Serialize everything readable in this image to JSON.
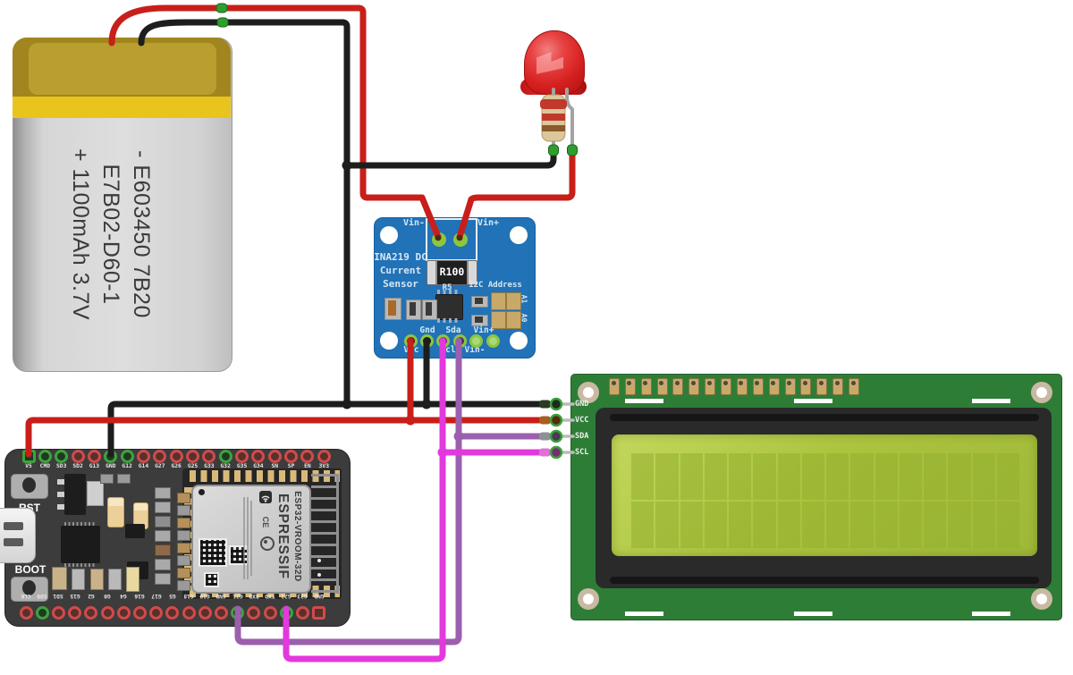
{
  "diagram": {
    "type": "fritzing-style breadboard circuit diagram"
  },
  "battery": {
    "lines": [
      "- E603450 7B20",
      "E7B02-D60-1",
      "+ 1100mAh 3.7V"
    ]
  },
  "led": {
    "color_name": "red"
  },
  "resistor": {
    "band_colors": [
      "red",
      "red",
      "brown"
    ]
  },
  "ina219": {
    "top_terminal_labels": [
      "Vin-",
      "Vin+"
    ],
    "title_lines": [
      "INA219 DC",
      "Current",
      "Sensor"
    ],
    "shunt_label": "R100",
    "r5_label": "R5",
    "i2c_address_label": "I2C Address",
    "jumper_labels": [
      "A1",
      "A0"
    ],
    "pin_labels_upper_row": [
      "Gnd",
      "Sda",
      "Vin+"
    ],
    "pin_labels_lower_row": [
      "Vcc",
      "Scl",
      "Vin-"
    ]
  },
  "esp32": {
    "rst_label": "RST",
    "boot_label": "BOOT",
    "module_model": "ESP32-VROOM-32D",
    "module_brand": "ESPRESSIF",
    "ce_mark": "CE",
    "top_pins": [
      {
        "label": "V5",
        "ring": "green",
        "square": true
      },
      {
        "label": "CMD",
        "ring": "green"
      },
      {
        "label": "SD3",
        "ring": "green"
      },
      {
        "label": "SD2",
        "ring": "red"
      },
      {
        "label": "G13",
        "ring": "red"
      },
      {
        "label": "GND",
        "ring": "green"
      },
      {
        "label": "G12",
        "ring": "green"
      },
      {
        "label": "G14",
        "ring": "red"
      },
      {
        "label": "G27",
        "ring": "red"
      },
      {
        "label": "G26",
        "ring": "red"
      },
      {
        "label": "G25",
        "ring": "red"
      },
      {
        "label": "G33",
        "ring": "red"
      },
      {
        "label": "G32",
        "ring": "green"
      },
      {
        "label": "G35",
        "ring": "red"
      },
      {
        "label": "G34",
        "ring": "red"
      },
      {
        "label": "SN",
        "ring": "red"
      },
      {
        "label": "SP",
        "ring": "red"
      },
      {
        "label": "EN",
        "ring": "red"
      },
      {
        "label": "3V3",
        "ring": "red"
      }
    ],
    "bottom_pins": [
      {
        "label": "CLK",
        "ring": "red"
      },
      {
        "label": "SD0",
        "ring": "green"
      },
      {
        "label": "SD1",
        "ring": "red"
      },
      {
        "label": "G15",
        "ring": "red"
      },
      {
        "label": "G2",
        "ring": "red"
      },
      {
        "label": "G0",
        "ring": "red"
      },
      {
        "label": "G4",
        "ring": "red"
      },
      {
        "label": "G16",
        "ring": "red"
      },
      {
        "label": "G17",
        "ring": "red"
      },
      {
        "label": "G5",
        "ring": "red"
      },
      {
        "label": "G18",
        "ring": "red"
      },
      {
        "label": "G19",
        "ring": "red"
      },
      {
        "label": "GND",
        "ring": "red"
      },
      {
        "label": "G21",
        "ring": "green"
      },
      {
        "label": "RXD",
        "ring": "red"
      },
      {
        "label": "TXD",
        "ring": "red"
      },
      {
        "label": "G22",
        "ring": "green"
      },
      {
        "label": "G23",
        "ring": "red"
      },
      {
        "label": "GND",
        "ring": "red",
        "square": true
      }
    ]
  },
  "lcd": {
    "pin_labels": [
      "GND",
      "VCC",
      "SDA",
      "SCL"
    ],
    "char_columns": 16,
    "char_rows": 2,
    "top_pin_count": 16
  },
  "wires": {
    "colors": {
      "power_red": "#c81f1a",
      "ground_black": "#1d1d1d",
      "sda_magenta": "#e338dd",
      "scl_purple": "#9b5fae",
      "junction_green": "#2f9e2f"
    }
  }
}
